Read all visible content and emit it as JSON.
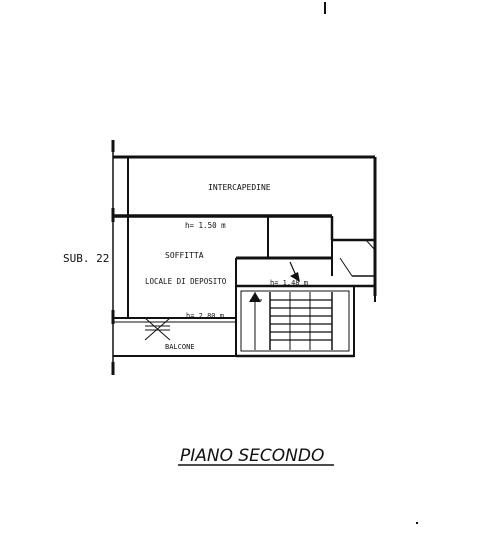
{
  "plan": {
    "sub_label": "SUB. 22",
    "rooms": {
      "intercapedine": "INTERCAPEDINE",
      "soffitta": "SOFFITTA",
      "locale": "LOCALE DI DEPOSITO",
      "balcone": "BALCONE"
    },
    "heights": {
      "upper": "h= 1.50 m",
      "lower": "h= 2.80 m",
      "stair": "h= 1.48 m"
    },
    "title": "PIANO SECONDO"
  },
  "colors": {
    "ink": "#111111",
    "paper": "#ffffff"
  }
}
